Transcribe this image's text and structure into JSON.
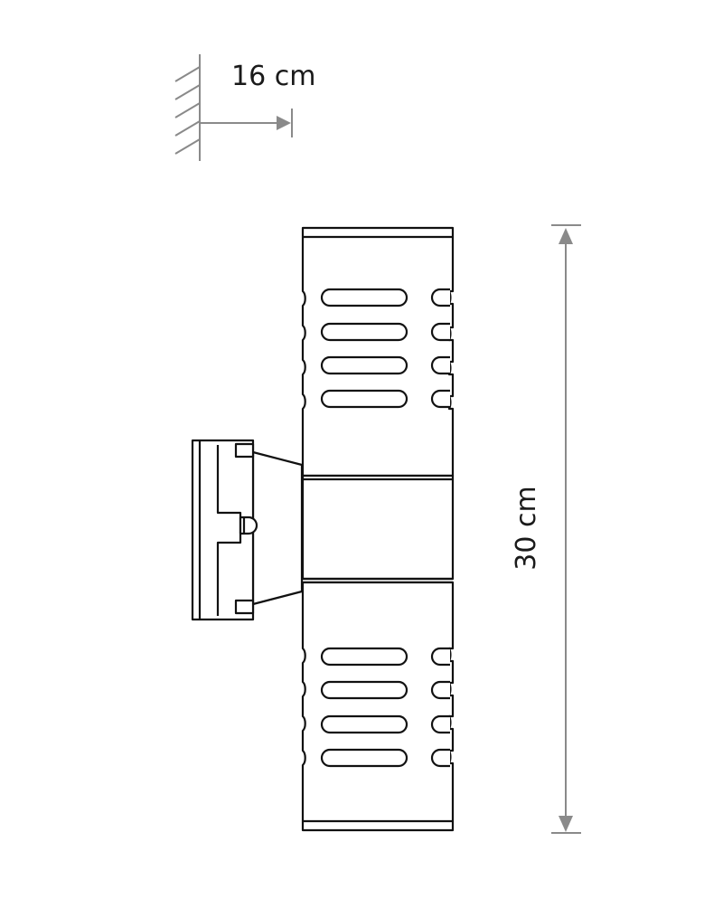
{
  "diagram": {
    "type": "technical-dimension-drawing",
    "subject": "double wall lamp (up/down) side view",
    "dimensions": {
      "depth": {
        "value": 16,
        "unit": "cm",
        "label": "16 cm",
        "orientation": "horizontal"
      },
      "height": {
        "value": 30,
        "unit": "cm",
        "label": "30 cm",
        "orientation": "vertical"
      }
    },
    "colors": {
      "outline": "#111111",
      "dimension_line": "#8a8a8a",
      "text": "#1a1a1a",
      "background": "#ffffff"
    },
    "parts": {
      "wall_symbol": "hatched wall",
      "mount_plate": "wall mounting bracket with screw",
      "upper_shade": {
        "slots": 4
      },
      "middle_band": "connector",
      "lower_shade": {
        "slots": 4
      }
    }
  }
}
